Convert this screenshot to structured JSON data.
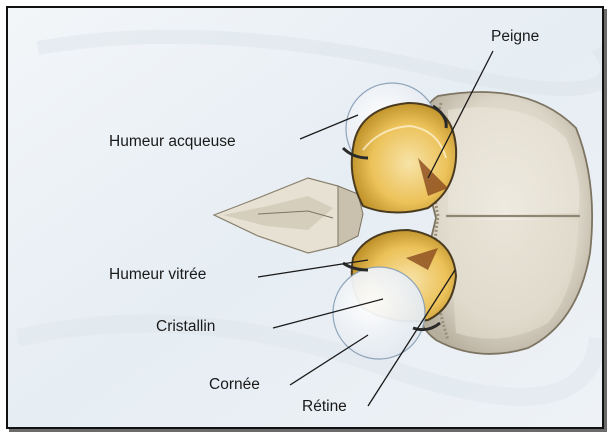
{
  "labels": {
    "peigne": "Peigne",
    "humeur_acqueuse": "Humeur acqueuse",
    "humeur_vitree": "Humeur vitrée",
    "cristallin": "Cristallin",
    "cornee": "Cornée",
    "retine": "Rétine"
  }
}
